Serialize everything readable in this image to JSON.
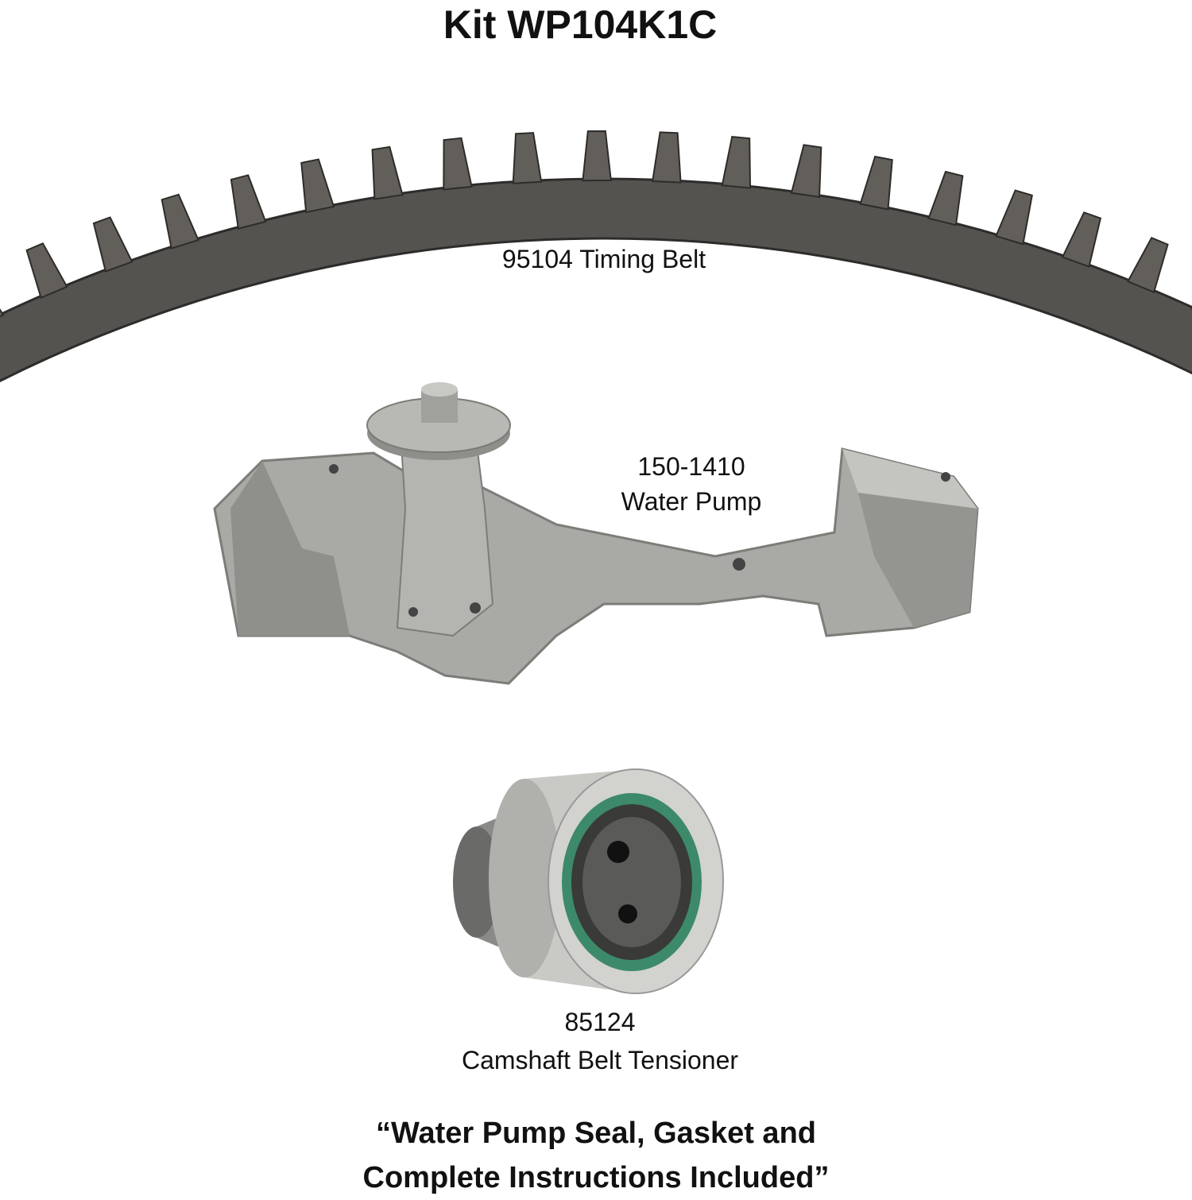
{
  "title": "Kit WP104K1C",
  "components": [
    {
      "part_number": "95104",
      "name": "Timing Belt",
      "label": "95104 Timing Belt"
    },
    {
      "part_number": "150-1410",
      "name": "Water Pump"
    },
    {
      "part_number": "85124",
      "name": "Camshaft Belt Tensioner"
    }
  ],
  "note": {
    "line1": "“Water Pump Seal, Gasket and",
    "line2": "Complete Instructions Included”"
  },
  "colors": {
    "belt": "#555350",
    "metal": "#a8a8a4",
    "tensioner_ring": "#3c8a6a"
  }
}
